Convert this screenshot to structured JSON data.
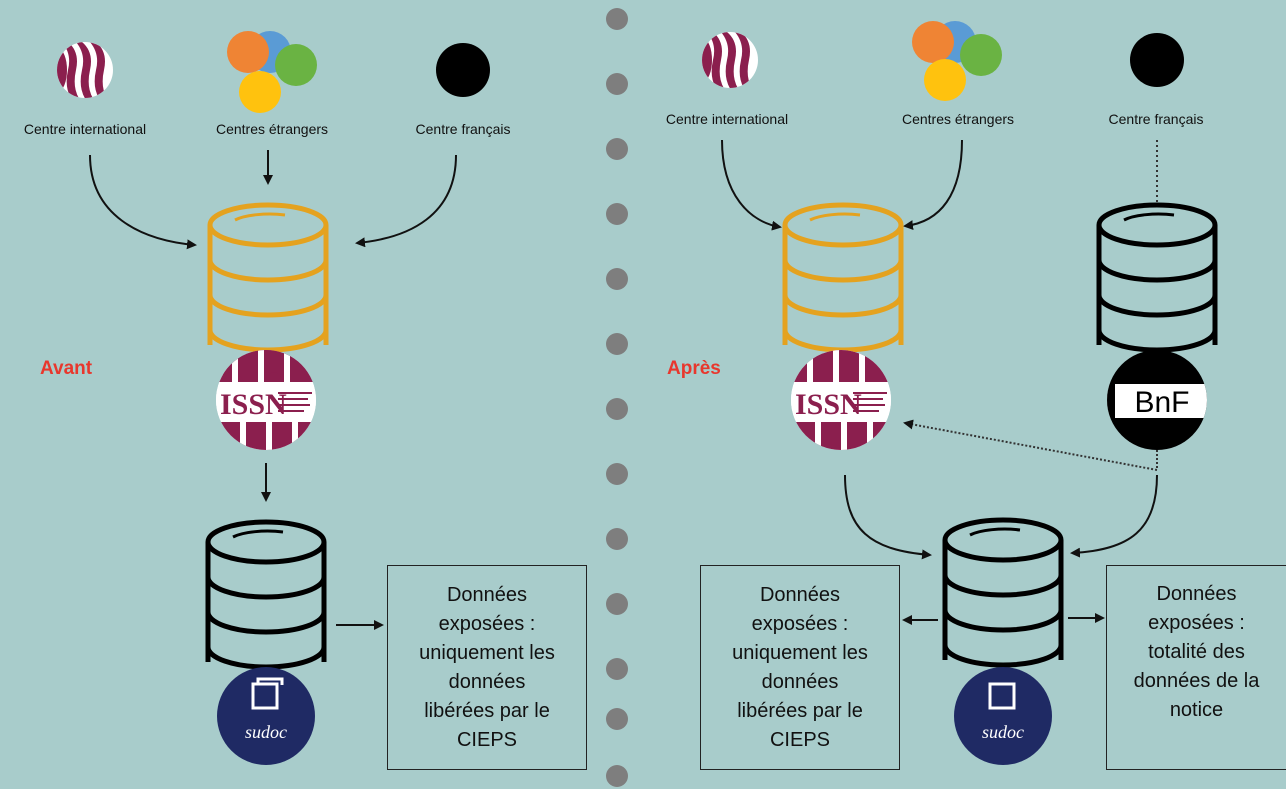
{
  "colors": {
    "background": "#a8cccb",
    "issn": "#8b1f4e",
    "orange_db": "#e4a21f",
    "black": "#000000",
    "sudoc_navy": "#1f2a64",
    "accent_red": "#e8372d",
    "separator": "#7e7e7e",
    "orange_circle": "#ef8434",
    "blue_circle": "#5a9bd5",
    "green_circle": "#6ab343",
    "yellow_circle": "#ffc20e"
  },
  "before": {
    "state_label": "Avant",
    "source_international": "Centre international",
    "source_foreign": "Centres étrangers",
    "source_french": "Centre français",
    "exposed_box": [
      "Données",
      "exposées :",
      "uniquement les",
      "données",
      "libérées par le",
      "CIEPS"
    ]
  },
  "after": {
    "state_label": "Après",
    "source_international": "Centre international",
    "source_foreign": "Centres étrangers",
    "source_french": "Centre français",
    "bnf_logo_text": "BnF",
    "exposed_box_left": [
      "Données",
      "exposées :",
      "uniquement les",
      "données",
      "libérées par le",
      "CIEPS"
    ],
    "exposed_box_right": [
      "Données",
      "exposées :",
      "totalité des",
      "données de la",
      "notice"
    ]
  },
  "sudoc_logo_text": "sudoc",
  "icons": [
    "issn-logo-icon",
    "partner-circles-icon",
    "black-dot-icon",
    "database-icon",
    "bnf-logo-icon",
    "sudoc-logo-icon"
  ]
}
